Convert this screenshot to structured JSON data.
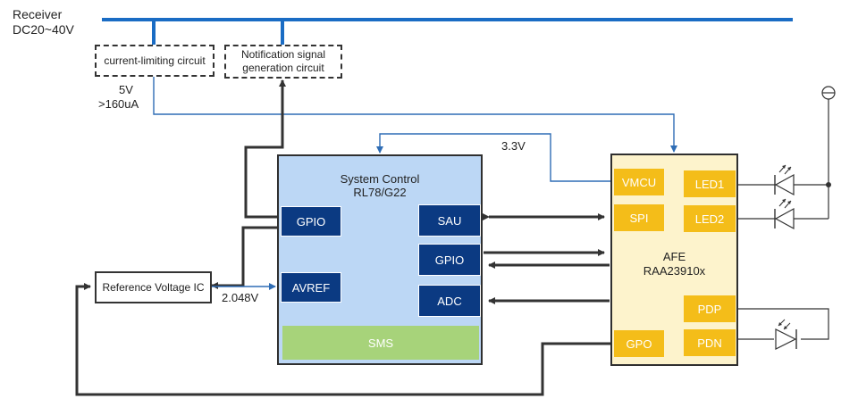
{
  "receiver": {
    "title": "Receiver",
    "voltage": "DC20~40V"
  },
  "current_limiting": {
    "label": "current-limiting circuit"
  },
  "notification": {
    "line1": "Notification signal",
    "line2": "generation circuit"
  },
  "supply": {
    "voltage": "5V",
    "current": ">160uA"
  },
  "vmcu_supply": "3.3V",
  "mcu": {
    "title_line1": "System Control",
    "title_line2": "RL78/G22",
    "pins": {
      "gpio_left": "GPIO",
      "avref": "AVREF",
      "sau": "SAU",
      "gpio_right": "GPIO",
      "adc": "ADC",
      "sms": "SMS"
    }
  },
  "afe": {
    "title_line1": "AFE",
    "title_line2": "RAA23910x",
    "pins": {
      "vmcu": "VMCU",
      "spi": "SPI",
      "led1": "LED1",
      "led2": "LED2",
      "pdp": "PDP",
      "pdn": "PDN",
      "gpo": "GPO"
    }
  },
  "reference_ic": {
    "label": "Reference Voltage IC"
  },
  "avref_voltage": "2.048V",
  "colors": {
    "bus": "#1a6cc4",
    "signal": "#2f6db5",
    "wire": "#333333",
    "mcu_bg": "#bcd7f5",
    "mcu_pin": "#0b3a82",
    "sms": "#a7d37a",
    "afe_bg": "#fdf3cc",
    "afe_pin": "#f4bd19"
  }
}
